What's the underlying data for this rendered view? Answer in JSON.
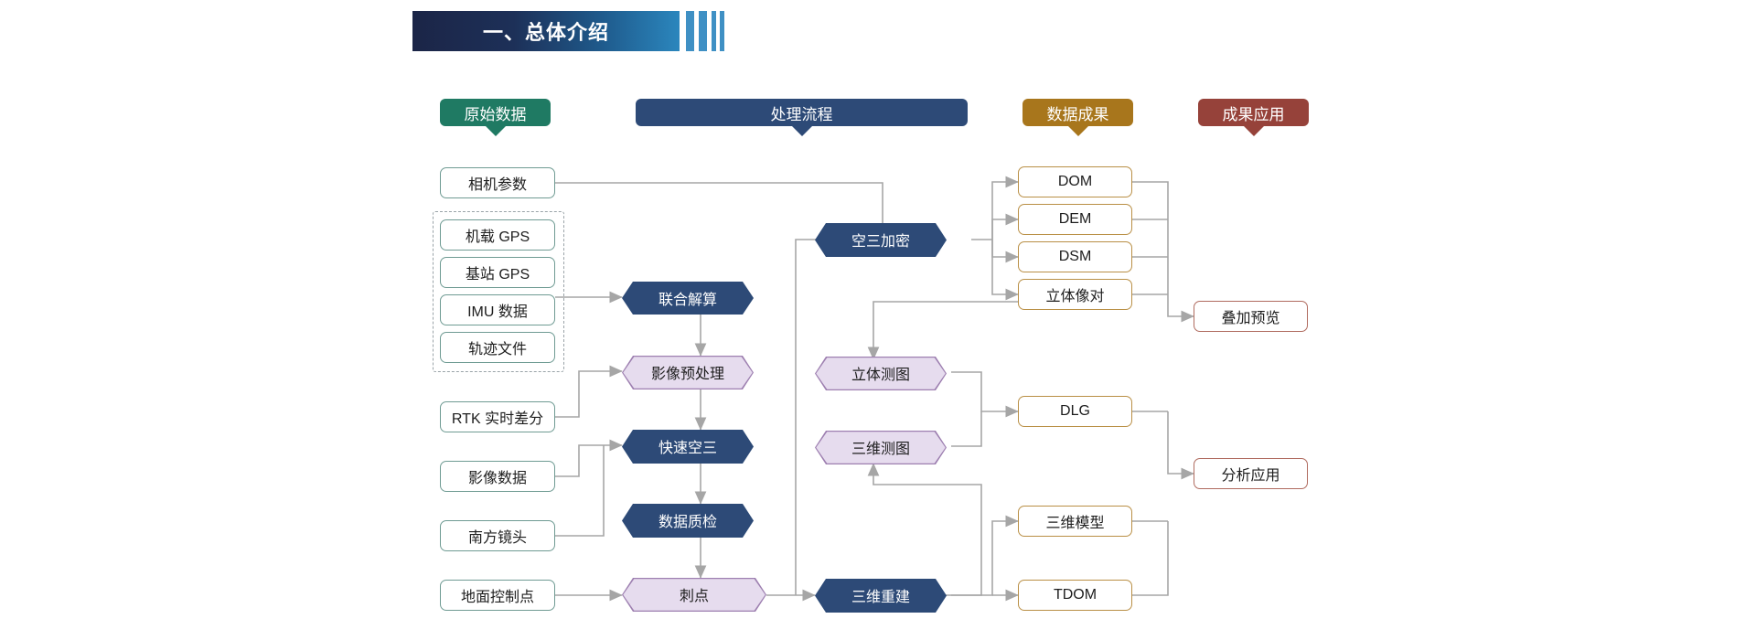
{
  "header": {
    "title": "一、总体介绍",
    "accent_dark": "#1b2547",
    "accent_light": "#2b86bd",
    "bar_color": "#3f90c4"
  },
  "columns": [
    {
      "id": "raw",
      "label": "原始数据",
      "color": "#1f7a63"
    },
    {
      "id": "proc",
      "label": "处理流程",
      "color": "#2d4a77"
    },
    {
      "id": "out",
      "label": "数据成果",
      "color": "#a8761c"
    },
    {
      "id": "app",
      "label": "成果应用",
      "color": "#96423a"
    }
  ],
  "raw_inputs": [
    {
      "id": "camera-params",
      "label": "相机参数"
    },
    {
      "id": "airborne-gps",
      "label": "机载 GPS"
    },
    {
      "id": "base-gps",
      "label": "基站 GPS"
    },
    {
      "id": "imu-data",
      "label": "IMU 数据"
    },
    {
      "id": "track-file",
      "label": "轨迹文件"
    },
    {
      "id": "rtk-diff",
      "label": "RTK 实时差分"
    },
    {
      "id": "image-data",
      "label": "影像数据"
    },
    {
      "id": "southern-lens",
      "label": "南方镜头"
    },
    {
      "id": "ground-control",
      "label": "地面控制点"
    }
  ],
  "process_col1": [
    {
      "id": "joint-solution",
      "label": "联合解算",
      "style": "dark"
    },
    {
      "id": "image-preprocess",
      "label": "影像预处理",
      "style": "light"
    },
    {
      "id": "fast-at",
      "label": "快速空三",
      "style": "dark"
    },
    {
      "id": "data-qc",
      "label": "数据质检",
      "style": "dark"
    },
    {
      "id": "point-picking",
      "label": "刺点",
      "style": "light"
    }
  ],
  "process_col2": [
    {
      "id": "at-densify",
      "label": "空三加密",
      "style": "dark"
    },
    {
      "id": "stereo-mapping",
      "label": "立体测图",
      "style": "light"
    },
    {
      "id": "3d-mapping",
      "label": "三维测图",
      "style": "light"
    },
    {
      "id": "3d-reconstruct",
      "label": "三维重建",
      "style": "dark"
    }
  ],
  "outputs": [
    {
      "id": "dom",
      "label": "DOM"
    },
    {
      "id": "dem",
      "label": "DEM"
    },
    {
      "id": "dsm",
      "label": "DSM"
    },
    {
      "id": "stereo-pair",
      "label": "立体像对"
    },
    {
      "id": "dlg",
      "label": "DLG"
    },
    {
      "id": "3d-model",
      "label": "三维模型"
    },
    {
      "id": "tdom",
      "label": "TDOM"
    }
  ],
  "applications": [
    {
      "id": "overlay-preview",
      "label": "叠加预览"
    },
    {
      "id": "analysis-app",
      "label": "分析应用"
    }
  ],
  "colors": {
    "input_border": "#6f9b93",
    "output_border": "#b98f45",
    "app_border": "#b06b5f",
    "hex_dark": "#2d4a77",
    "hex_light": "#e6dcee",
    "hex_light_border": "#9d7fb0",
    "wire": "#a6a6a6",
    "dash_group": "#9aa3a8"
  }
}
